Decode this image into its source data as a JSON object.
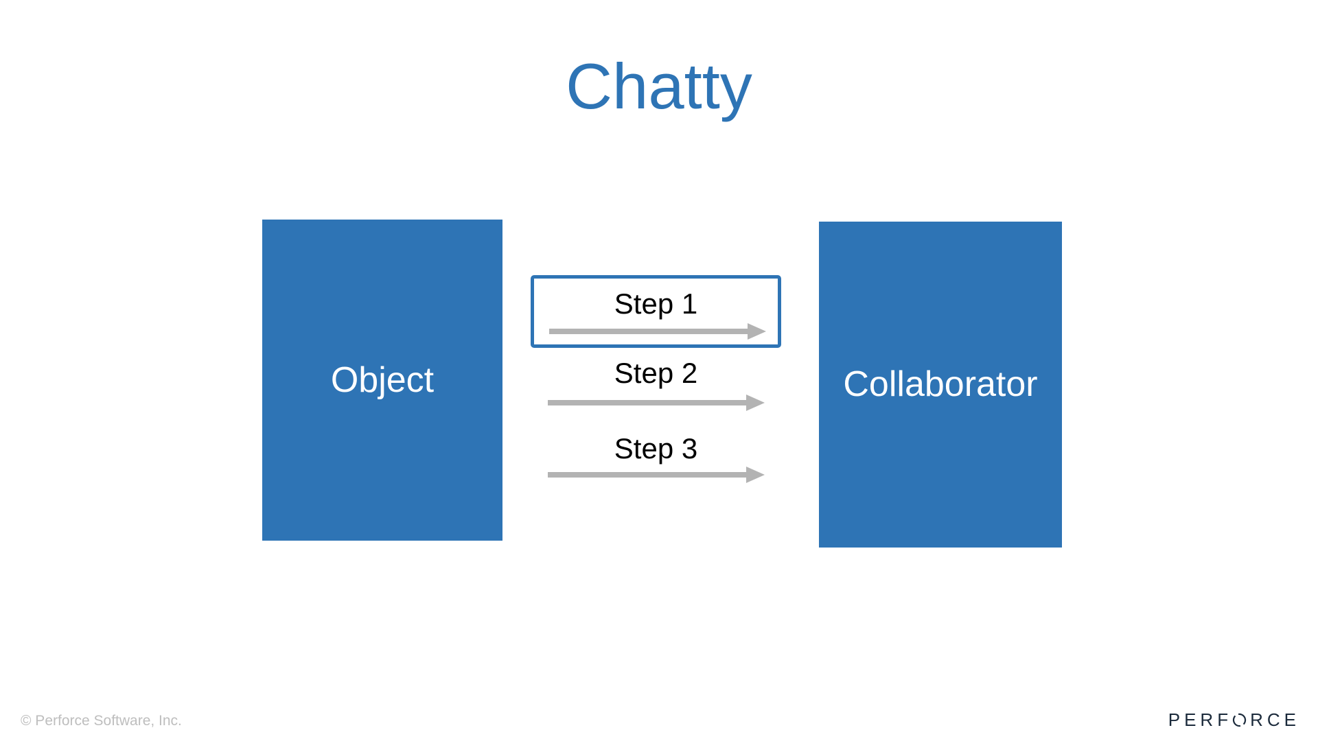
{
  "slide": {
    "title": "Chatty",
    "diagram": {
      "object_label": "Object",
      "collaborator_label": "Collaborator",
      "steps": [
        {
          "label": "Step 1",
          "boxed": true,
          "icon": "arrow-right-icon"
        },
        {
          "label": "Step 2",
          "boxed": false,
          "icon": "arrow-right-icon"
        },
        {
          "label": "Step 3",
          "boxed": false,
          "icon": "arrow-right-icon"
        }
      ]
    },
    "footer": {
      "copyright": "© Perforce Software, Inc.",
      "brand": "PERFORCE",
      "brand_prefix": "PERF",
      "brand_suffix": "RCE"
    },
    "colors": {
      "accent_blue": "#2E74B5",
      "arrow_gray": "#B3B3B3",
      "muted_gray": "#BEBEBE",
      "brand_navy": "#1B2A3B",
      "step_text": "#000000",
      "background": "#FFFFFF"
    }
  }
}
